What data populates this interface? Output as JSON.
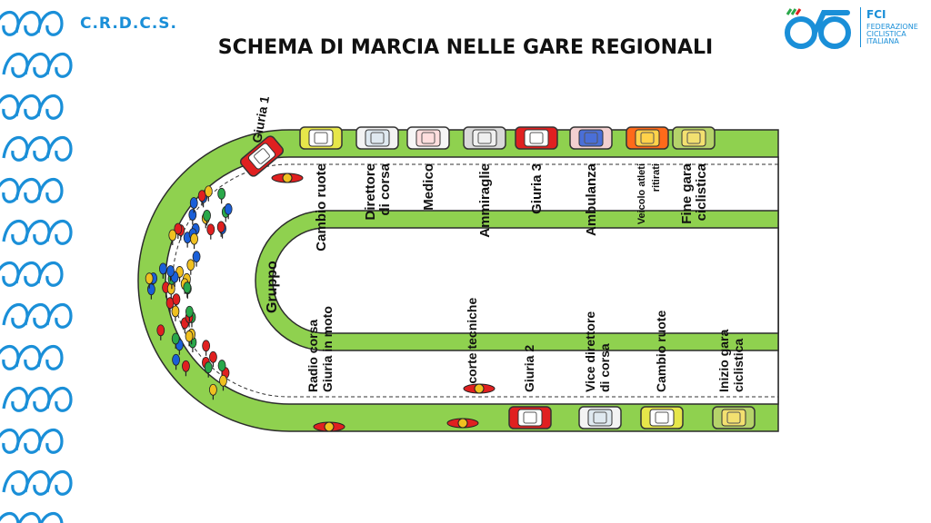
{
  "header": {
    "org": "C.R.D.C.S.",
    "title": "SCHEMA DI MARCIA NELLE GARE REGIONALI"
  },
  "logo": {
    "abbr": "FCI",
    "line1": "FEDERAZIONE",
    "line2": "CICLISTICA",
    "line3": "ITALIANA"
  },
  "colors": {
    "brand": "#1a8fd8",
    "road": "#8fd14f",
    "road_border": "#2c2c2c",
    "red": "#e02020",
    "yellow": "#e8e840"
  },
  "top_row": [
    {
      "label": "Cambio ruote",
      "vehicle": "yellow-car"
    },
    {
      "label": "Direttore\ndi corsa",
      "vehicle": "white-car"
    },
    {
      "label": "Medico",
      "vehicle": "white-red-car"
    },
    {
      "label": "Ammiraglie",
      "vehicle": "grey-car"
    },
    {
      "label": "Giuria 3",
      "vehicle": "red-car"
    },
    {
      "label": "Ambulanza",
      "vehicle": "ambulance"
    },
    {
      "label": "Veicolo atleti\nritirati",
      "vehicle": "orange-van"
    },
    {
      "label": "Fine gara\nciclistica",
      "vehicle": "green-car"
    }
  ],
  "bottom_row": [
    {
      "label": "Radio corsa\nGiuria in moto"
    },
    {
      "label": "Scorte tecniche"
    },
    {
      "label": "Giuria 2",
      "vehicle": "red-car"
    },
    {
      "label": "Vice direttore\ndi corsa",
      "vehicle": "white-car"
    },
    {
      "label": "Cambio ruote",
      "vehicle": "yellow-car"
    },
    {
      "label": "Inizio gara\nciclistica",
      "vehicle": "green-car"
    }
  ],
  "curve_labels": {
    "giuria1": "Giuria 1",
    "gruppo": "Gruppo"
  }
}
